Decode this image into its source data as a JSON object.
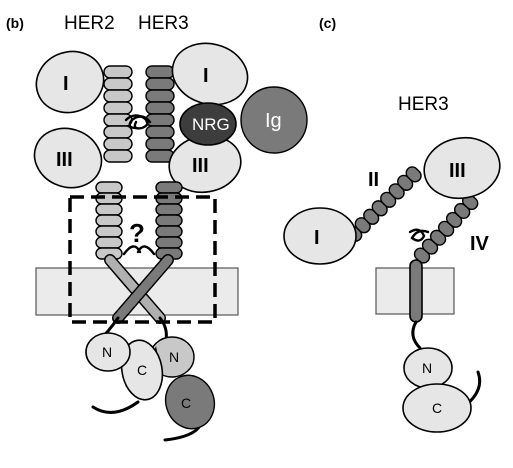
{
  "panel_b": {
    "label": "(b)",
    "receptor_left": "HER2",
    "receptor_right": "HER3",
    "domain_I_left": "I",
    "domain_I_right": "I",
    "domain_III_left": "III",
    "domain_III_right": "III",
    "ligand": "NRG",
    "ig": "Ig",
    "question": "?",
    "kinase_N_left": "N",
    "kinase_C_left": "C",
    "kinase_N_right": "N",
    "kinase_C_right": "C"
  },
  "panel_c": {
    "label": "(c)",
    "receptor": "HER3",
    "domain_I": "I",
    "domain_II": "II",
    "domain_III": "III",
    "domain_IV": "IV",
    "kinase_N": "N",
    "kinase_C": "C"
  }
}
